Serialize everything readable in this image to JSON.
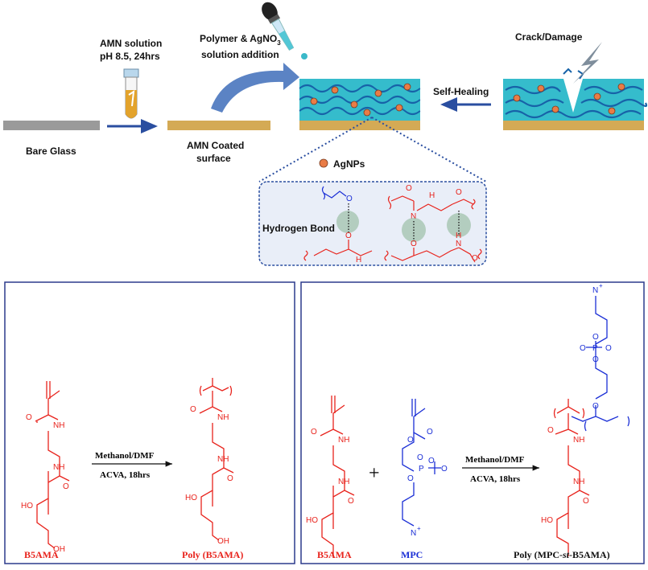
{
  "top": {
    "amn_solution_line1": "AMN solution",
    "amn_solution_line2": "pH 8.5, 24hrs",
    "polymer_line1": "Polymer & AgNO",
    "polymer_sub": "3",
    "polymer_line2": "solution addition",
    "crack_label": "Crack/Damage",
    "bare_glass": "Bare Glass",
    "amn_coated_line1": "AMN Coated",
    "amn_coated_line2": "surface",
    "self_healing": "Self-Healing",
    "agnps": "AgNPs",
    "hydrogen_bond": "Hydrogen Bond"
  },
  "left_panel": {
    "reagent_line1": "Methanol/DMF",
    "reagent_line2": "ACVA, 18hrs",
    "monomer": "B5AMA",
    "product": "Poly (B5AMA)"
  },
  "right_panel": {
    "reagent_line1": "Methanol/DMF",
    "reagent_line2": "ACVA, 18hrs",
    "monomer1": "B5AMA",
    "plus": "+",
    "monomer2": "MPC",
    "product_prefix": "Poly (MPC-",
    "product_italic": "st",
    "product_suffix": "-B5AMA)"
  },
  "atoms": {
    "O": "O",
    "NH": "NH",
    "HO": "HO",
    "OH": "OH",
    "H": "H",
    "N": "N",
    "N_plus": "N",
    "plus_sign": "+",
    "P": "P",
    "O_minus": "O",
    "minus_sign": "−"
  },
  "colors": {
    "b5ama": "#e8231c",
    "mpc": "#1b2fd6",
    "panel_border": "#2b3a8c",
    "arrow_blue": "#4a6fb8",
    "gold": "#d4aa55",
    "coating": "#3fc1cf"
  }
}
